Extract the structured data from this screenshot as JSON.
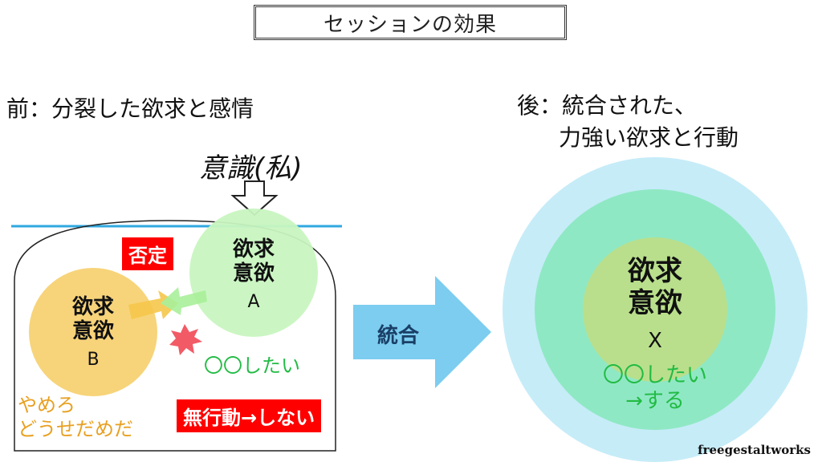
{
  "title": "セッションの効果",
  "before": {
    "heading": "前：分裂した欲求と感情",
    "consciousness": "意識(私)",
    "desire_a": {
      "line1": "欲求",
      "line2": "意欲",
      "label": "A"
    },
    "desire_b": {
      "line1": "欲求",
      "line2": "意欲",
      "label": "B"
    },
    "denial": "否定",
    "want_text": "〇〇したい",
    "stop_text_line1": "やめろ",
    "stop_text_line2": "どうせだめだ",
    "inaction": "無行動→しない"
  },
  "arrow_label": "統合",
  "after": {
    "heading_line1": "後：統合された、",
    "heading_line2": "力強い欲求と行動",
    "desire_x": {
      "line1": "欲求",
      "line2": "意欲",
      "label": "X"
    },
    "want_line1": "〇〇したい",
    "want_line2": "→する"
  },
  "credit": "freegestaltworks",
  "colors": {
    "desire_a": "#c8f5c0",
    "desire_b": "#f7d47a",
    "outer_ring": "#c6ecf8",
    "middle_ring": "#8fe8c4",
    "core": "#b9df8c",
    "arrow": "#7ccdf0",
    "waterline": "#2fa8e0",
    "red": "#ff0000",
    "green_text": "#22bb44",
    "orange_text": "#e8a020"
  }
}
